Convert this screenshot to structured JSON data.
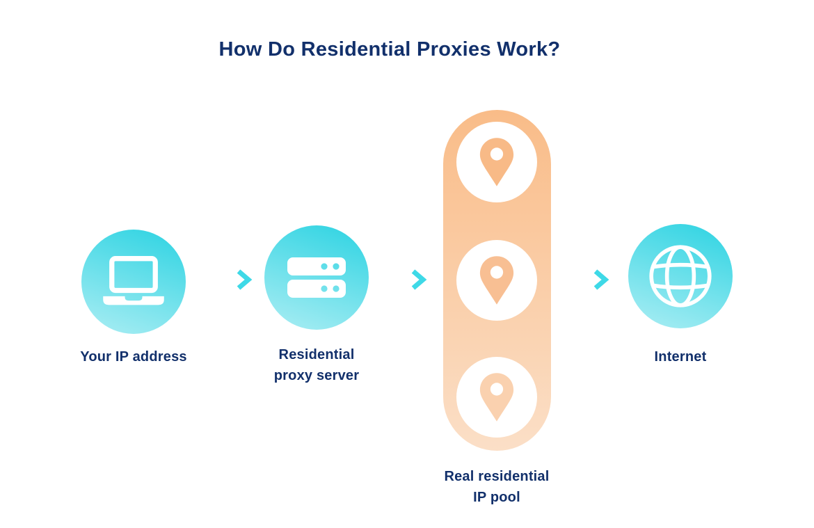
{
  "title": "How Do Residential Proxies Work?",
  "labels": {
    "source": "Your IP address",
    "proxy_line1": "Residential",
    "proxy_line2": "proxy server",
    "pool_line1": "Real residential",
    "pool_line2": "IP pool",
    "internet": "Internet"
  },
  "icons": {
    "source": "laptop-icon",
    "proxy": "server-icon",
    "pool": "location-pin-icon",
    "internet": "globe-icon",
    "connector": "arrow-right-icon"
  },
  "colors": {
    "heading_text": "#12306B",
    "label_text": "#12306B",
    "node_gradient_start": "#3BD6E4",
    "node_gradient_end": "#A9EDF3",
    "arrow": "#3ED9E7",
    "pool_gradient_start": "#F9BC88",
    "pool_gradient_end": "#FBDFC7",
    "pin_top": "#F8BA87",
    "pin_middle": "#F8BF93",
    "pin_bottom": "#FAD1AF",
    "icon": "#FFFFFF",
    "background": "#FFFFFF"
  }
}
